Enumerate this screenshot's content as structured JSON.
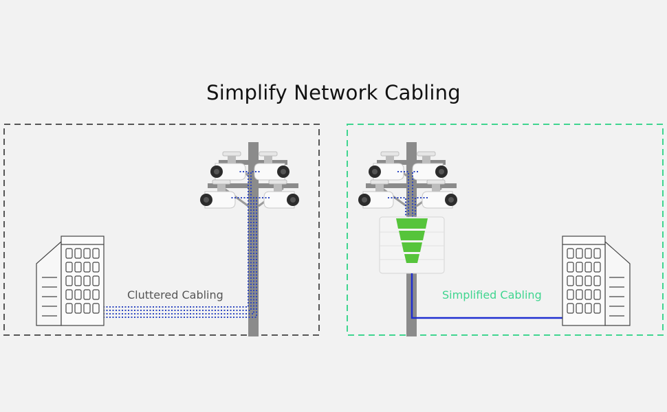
{
  "title": "Simplify Network Cabling",
  "left_panel": {
    "label": "Cluttered Cabling",
    "border_color": "#555555",
    "cable_color": "#2b45c0"
  },
  "right_panel": {
    "label": "Simplified Cabling",
    "border_color": "#3fd58f",
    "cable_color": "#1f2fd0",
    "switch_port_color": "#56c43b"
  },
  "icons": [
    "building-icon",
    "utility-pole-icon",
    "bullet-camera-icon",
    "network-switch-icon"
  ]
}
